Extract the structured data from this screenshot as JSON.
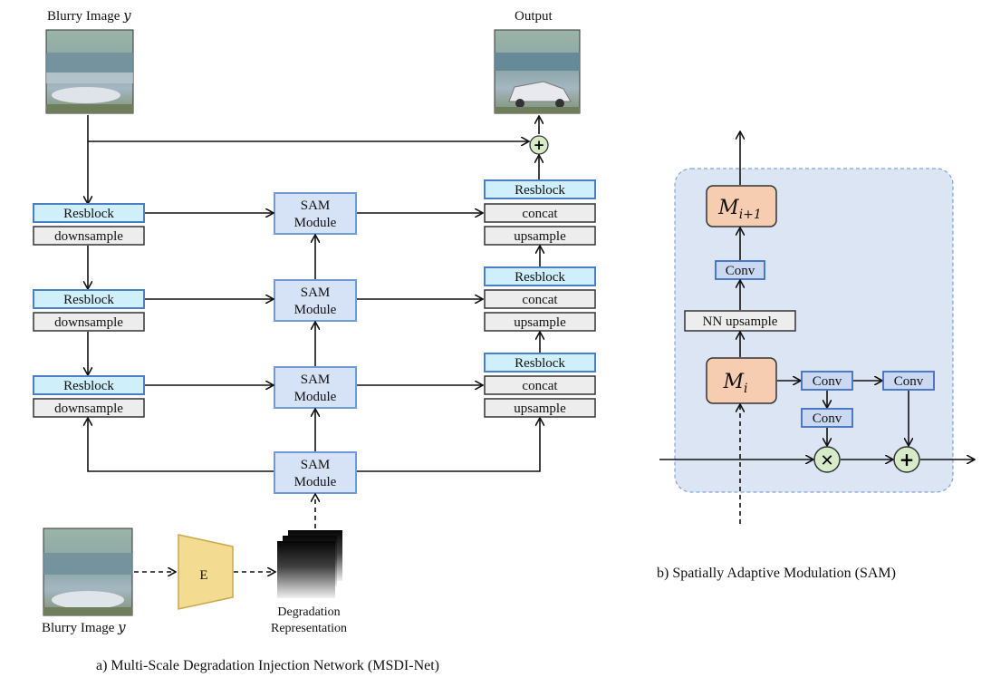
{
  "caption_a": "a)  Multi-Scale Degradation Injection Network (MSDI-Net)",
  "caption_b": "b) Spatially Adaptive Modulation (SAM)",
  "blurry_top": "Blurry Image",
  "blurry_bottom": "Blurry Image",
  "var_y": "y",
  "output": "Output",
  "resblock": "Resblock",
  "downsample": "downsample",
  "upsample": "upsample",
  "concat": "concat",
  "sam_line1": "SAM",
  "sam_line2": "Module",
  "encoder": "E",
  "degradation_line1": "Degradation",
  "degradation_line2": "Representation",
  "conv": "Conv",
  "nn_upsample": "NN upsample",
  "m_base": "M",
  "m_i_sub": "i",
  "m_i1_sub": "i+1",
  "multiply_symbol": "✕",
  "add_symbol": "+",
  "colors": {
    "resblock_fill": "#cfeffa",
    "sam_fill": "#d6e2f5",
    "m_fill": "#f6cdb0",
    "encoder_fill": "#f3dc92",
    "sam_panel": "#dce5f4",
    "op_circle": "#d6ecc9"
  }
}
